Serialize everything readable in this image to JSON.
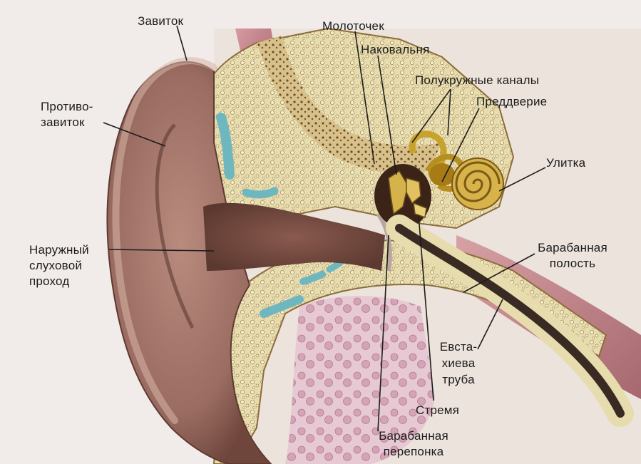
{
  "labels": {
    "helix": "Завиток",
    "antihelix_1": "Противо-",
    "antihelix_2": "завиток",
    "ear_canal_1": "Наружный",
    "ear_canal_2": "слуховой",
    "ear_canal_3": "проход",
    "malleus": "Молоточек",
    "incus": "Наковальня",
    "semicircular_canals": "Полукружные каналы",
    "vestibule": "Преддверие",
    "cochlea": "Улитка",
    "tympanic_cavity_1": "Барабанная",
    "tympanic_cavity_2": "полость",
    "eustachian_tube_1": "Евста-",
    "eustachian_tube_2": "хиева",
    "eustachian_tube_3": "труба",
    "stapes": "Стремя",
    "eardrum_1": "Барабанная",
    "eardrum_2": "перепонка"
  },
  "colors": {
    "skin": "#c9a39a",
    "skin_dark": "#7a5046",
    "bone": "#e8dfb2",
    "bone_spongy": "#b8955a",
    "cartilage": "#6fb7bf",
    "muscle": "#c27c83",
    "tube": "#3a2a24",
    "line": "#1c1c1c"
  }
}
